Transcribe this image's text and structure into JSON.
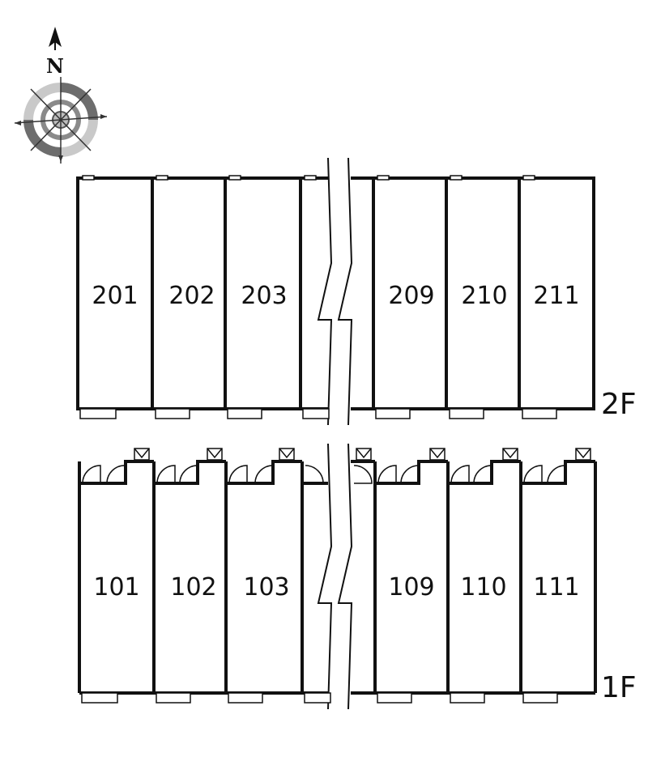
{
  "compass": {
    "north_label": "N"
  },
  "floors": [
    {
      "label": "2F",
      "units": [
        "201",
        "202",
        "203",
        "209",
        "210",
        "211"
      ]
    },
    {
      "label": "1F",
      "units": [
        "101",
        "102",
        "103",
        "109",
        "110",
        "111"
      ]
    }
  ]
}
